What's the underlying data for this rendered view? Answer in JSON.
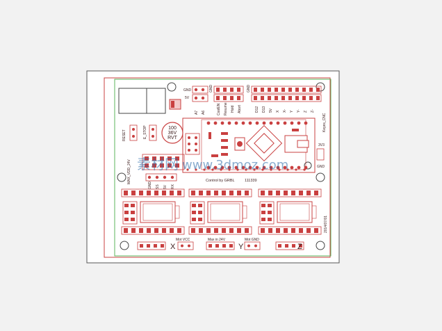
{
  "board": {
    "top_pins": [
      "GND",
      "5V"
    ],
    "a_pins": [
      "A7",
      "A6"
    ],
    "gnd_label": "GND",
    "func_pins": [
      "CoolEN",
      "Resume",
      "Hold",
      "Abort"
    ],
    "gnd2_label": "GND",
    "d_pins": [
      "D12",
      "D13",
      "5V",
      "X",
      "X-",
      "Y",
      "Y-",
      "Z",
      "Z-"
    ],
    "keyes_label": "Keyes_CNC",
    "reset_label": "RESET",
    "estop_label": "E_STOP",
    "cap_lines": [
      "100",
      "36V",
      "RVT"
    ],
    "v_labels": [
      "3V3",
      "GND"
    ],
    "left_vertical": "MAX_VDD_24V",
    "bottom_small": [
      "GND",
      "SS",
      "5V",
      "RX"
    ],
    "grbl_label": "Control by GRBL",
    "code_label": "111339",
    "date_label": "2014/07/01",
    "mot_left": [
      "Mot",
      "VCC"
    ],
    "mot_mid": [
      "Max",
      "in",
      "24V"
    ],
    "mot_right": [
      "Mot",
      "GND"
    ],
    "axes": [
      "X",
      "Y",
      "Z"
    ],
    "watermark": "www.3dmoz.com",
    "watermark_cn": "素材网"
  }
}
